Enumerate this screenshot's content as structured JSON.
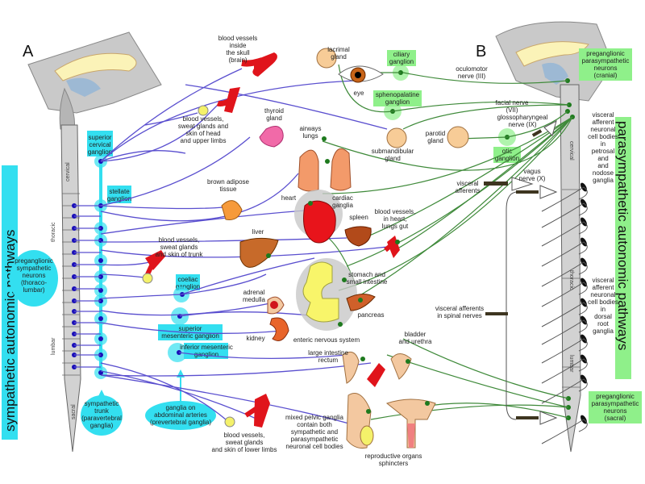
{
  "panels": {
    "a": {
      "letter": "A",
      "title": "sympathetic autonomic pathways"
    },
    "b": {
      "letter": "B",
      "title": "parasympathetic autonomic pathways"
    }
  },
  "colors": {
    "sympathetic": "#5a4fcf",
    "sympathetic_highlight": "#33dff0",
    "parasympathetic": "#3f8a3a",
    "parasympathetic_highlight": "#8ff08a",
    "afferent": "#555555"
  },
  "spinal_segments": {
    "left": [
      "cervical",
      "thoracic",
      "lumbar",
      "sacral"
    ],
    "right": [
      "cervical",
      "thoracic",
      "lumbar"
    ]
  },
  "sympathetic_labels": {
    "superior_cervical_ganglion": [
      "superior",
      "cervical",
      "ganglion"
    ],
    "stellate_ganglion": [
      "stellate",
      "ganglion"
    ],
    "coeliac_ganglion": [
      "coeliac",
      "ganglion"
    ],
    "superior_mesenteric_ganglion": [
      "superior",
      "mesenteric ganglion"
    ],
    "inferior_mesenteric_ganglion": [
      "inferior mesenteric",
      "ganglion"
    ],
    "preganglionic_neurons": [
      "preganglionic",
      "sympathetic",
      "neurons",
      "(thoraco-",
      "lumbar)"
    ],
    "sympathetic_trunk": [
      "sympathetic",
      "trunk",
      "(paravertebral",
      "ganglia)"
    ],
    "prevertebral_ganglia": [
      "ganglia on",
      "abdominal arteries",
      "(prevertebral ganglia)"
    ]
  },
  "parasympathetic_labels": {
    "ciliary_ganglion": [
      "ciliary",
      "ganglion"
    ],
    "sphenopalatine_ganglion": [
      "sphenopalatine",
      "ganglion"
    ],
    "otic_ganglion": [
      "otic",
      "ganglion"
    ],
    "preganglionic_cranial": [
      "preganglionic",
      "parasympathetic",
      "neurons",
      "(cranial)"
    ],
    "preganglionic_sacral": [
      "preganglionic",
      "parasympathetic",
      "neurons",
      "(sacral)"
    ]
  },
  "nerve_labels": {
    "oculomotor": [
      "oculomotor",
      "nerve (III)"
    ],
    "facial": [
      "facial nerve",
      "(VII)"
    ],
    "glossopharyngeal": [
      "glossopharyngeal",
      "nerve (IX)"
    ],
    "vagus": [
      "vagus",
      "nerve (X)"
    ],
    "visceral_afferents": [
      "visceral",
      "afferents"
    ],
    "visceral_afferents_spinal": [
      "visceral afferents",
      "in spinal nerves"
    ],
    "afferent_petrosal": [
      "visceral",
      "afferent",
      "neuronal",
      "cell bodies",
      "in",
      "petrosal",
      "and",
      "and",
      "nodose",
      "ganglia"
    ],
    "afferent_drg": [
      "visceral",
      "afferent",
      "neuronal",
      "cell bodies",
      "in",
      "dorsal",
      "root",
      "ganglia"
    ]
  },
  "organ_labels": {
    "vessels_brain": [
      "blood vessels",
      "inside",
      "the skull",
      "(brain)"
    ],
    "vessels_head": [
      "blood vessels,",
      "sweat glands and",
      "skin of  head",
      "and upper limbs"
    ],
    "thyroid": [
      "thyroid",
      "gland"
    ],
    "lacrimal": [
      "lacrimal",
      "gland"
    ],
    "eye": [
      "eye"
    ],
    "submandibular": [
      "submandibular",
      "gland"
    ],
    "parotid": [
      "parotid",
      "gland"
    ],
    "airways": [
      "airways",
      "lungs"
    ],
    "brown_adipose": [
      "brown adipose",
      "tissue"
    ],
    "heart": [
      "heart"
    ],
    "cardiac_ganglia": [
      "cardiac",
      "ganglia"
    ],
    "spleen": [
      "spleen"
    ],
    "vessels_heart": [
      "blood vessels,",
      "in heart,",
      "lungs gut"
    ],
    "vessels_trunk": [
      "blood vessels,",
      "sweat glands",
      "and skin of trunk"
    ],
    "liver": [
      "liver"
    ],
    "stomach": [
      "stomach and",
      "small intestine"
    ],
    "pancreas": [
      "pancreas"
    ],
    "adrenal": [
      "adrenal",
      "medulla"
    ],
    "kidney": [
      "kidney"
    ],
    "enteric": [
      "enteric nervous system"
    ],
    "bladder": [
      "bladder",
      "and urethra"
    ],
    "large_intestine": [
      "large intestine",
      "rectum"
    ],
    "vessels_lower": [
      "blood vessels,",
      "sweat glands",
      "and skin of lower limbs"
    ],
    "mixed_pelvic": [
      "mixed pelvic ganglia",
      "contain both",
      "sympathetic and",
      "parasympathetic",
      "neuronal cell bodies"
    ],
    "reproductive": [
      "reproductive organs",
      "sphincters"
    ]
  }
}
